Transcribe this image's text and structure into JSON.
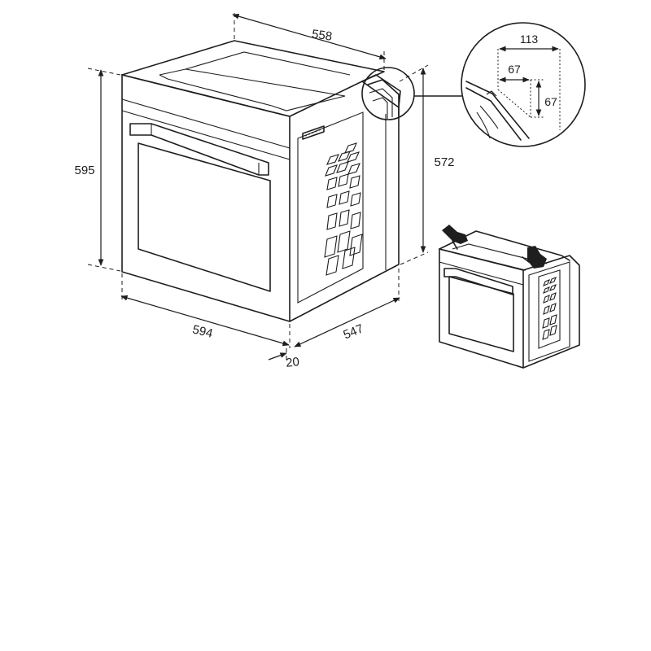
{
  "dimensions": {
    "top_width": "558",
    "total_height": "595",
    "side_height": "572",
    "front_width": "594",
    "depth": "547",
    "front_offset": "20"
  },
  "detail": {
    "width": "113",
    "inner_width": "67",
    "inner_height": "67"
  },
  "colors": {
    "line": "#1e1e1e",
    "background": "#ffffff"
  },
  "icons": {
    "lifting_hand_left": "gloved-hand-icon",
    "lifting_hand_right": "gloved-hand-icon"
  }
}
